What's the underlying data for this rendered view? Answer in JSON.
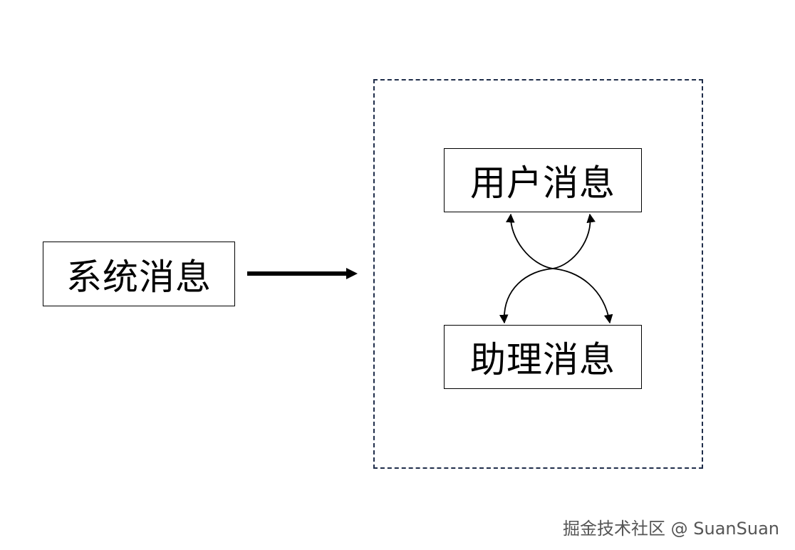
{
  "nodes": {
    "system": {
      "label": "系统消息"
    },
    "user": {
      "label": "用户消息"
    },
    "assistant": {
      "label": "助理消息"
    }
  },
  "colors": {
    "stroke": "#000000",
    "group_border": "#1f2d4a",
    "watermark": "#555555"
  },
  "watermark": {
    "text": "掘金技术社区 @ SuanSuan"
  }
}
